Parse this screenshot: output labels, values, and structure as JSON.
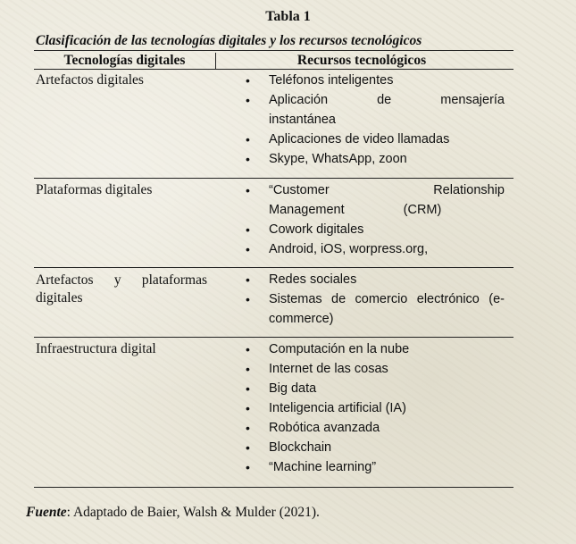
{
  "table": {
    "title": "Tabla 1",
    "subtitle": "Clasificación de las tecnologías digitales y los recursos tecnológicos",
    "headers": [
      "Tecnologías digitales",
      "Recursos tecnológicos"
    ],
    "rows": [
      {
        "category": "Artefactos digitales",
        "items": [
          "Teléfonos inteligentes",
          "Aplicación de mensajería instantánea",
          "Aplicaciones de video llamadas",
          "Skype, WhatsApp, zoon"
        ]
      },
      {
        "category": "Plataformas digitales",
        "items": [
          "“Customer Relationship Management (CRM)",
          "Cowork digitales",
          "Android, iOS, worpress.org,"
        ]
      },
      {
        "category": "Artefactos y plataformas digitales",
        "items": [
          "Redes sociales",
          "Sistemas de comercio electrónico (e-commerce)"
        ]
      },
      {
        "category": "Infraestructura digital",
        "items": [
          "Computación en la nube",
          "Internet de las cosas",
          "Big data",
          "Inteligencia artificial (IA)",
          "Robótica avanzada",
          "Blockchain",
          "“Machine learning”"
        ]
      }
    ]
  },
  "footnote": {
    "label": "Fuente",
    "text": ": Adaptado de Baier, Walsh & Mulder (2021)."
  }
}
